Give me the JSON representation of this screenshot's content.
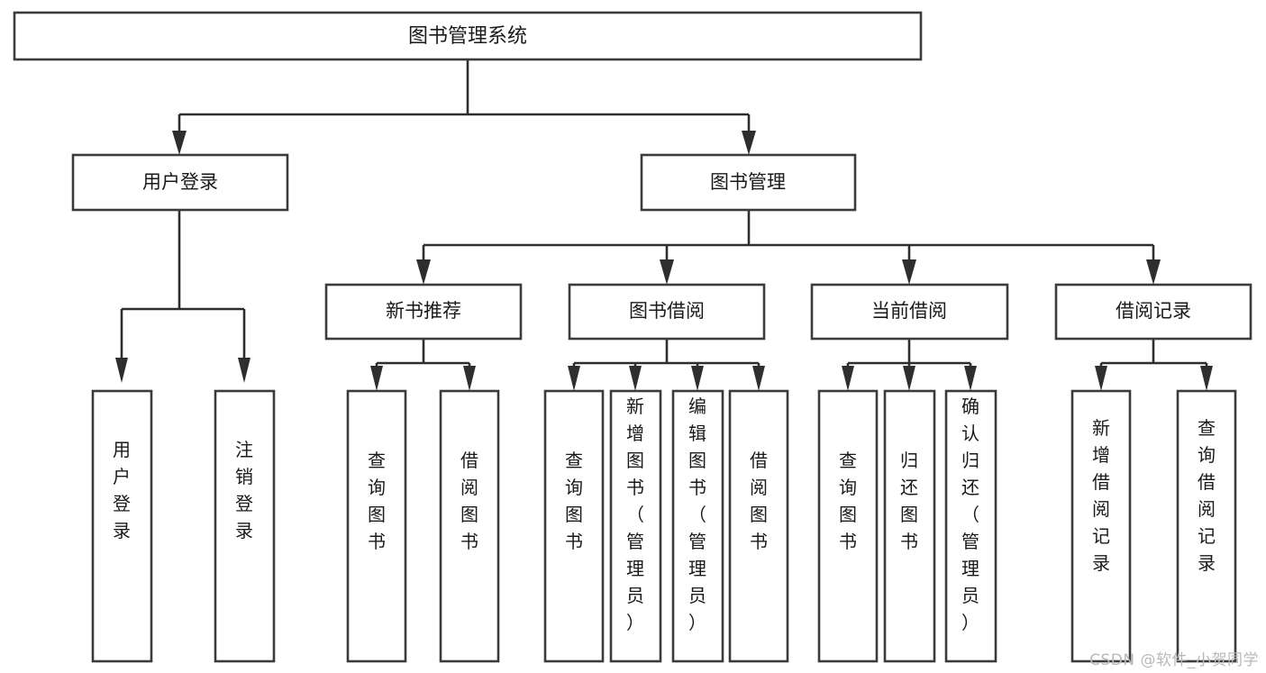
{
  "diagram": {
    "type": "hierarchy-tree",
    "title": "图书管理系统",
    "watermark": "CSDN @软件_小贺同学",
    "colors": {
      "background": "#ffffff",
      "box_stroke": "#3b3b3b",
      "connector": "#2e2e2e",
      "text": "#1a1a1a",
      "watermark": "#b9b9b9"
    },
    "nodes": {
      "root": {
        "label": "图书管理系统",
        "level": 0
      },
      "level1": [
        {
          "id": "user-login",
          "label": "用户登录"
        },
        {
          "id": "book-manage",
          "label": "图书管理"
        }
      ],
      "level2": [
        {
          "id": "new-book-rec",
          "label": "新书推荐",
          "parent": "book-manage"
        },
        {
          "id": "book-borrow",
          "label": "图书借阅",
          "parent": "book-manage"
        },
        {
          "id": "current-borrow",
          "label": "当前借阅",
          "parent": "book-manage"
        },
        {
          "id": "borrow-record",
          "label": "借阅记录",
          "parent": "book-manage"
        }
      ],
      "leaves": {
        "user-login": [
          {
            "id": "leaf-user-login",
            "label": "用户登录"
          },
          {
            "id": "leaf-user-logout",
            "label": "注销登录"
          }
        ],
        "new-book-rec": [
          {
            "id": "leaf-query-book-1",
            "label": "查询图书"
          },
          {
            "id": "leaf-borrow-book-1",
            "label": "借阅图书"
          }
        ],
        "book-borrow": [
          {
            "id": "leaf-query-book-2",
            "label": "查询图书"
          },
          {
            "id": "leaf-add-book",
            "label": "新增图书（管理员）"
          },
          {
            "id": "leaf-edit-book",
            "label": "编辑图书（管理员）"
          },
          {
            "id": "leaf-borrow-book-2",
            "label": "借阅图书"
          }
        ],
        "current-borrow": [
          {
            "id": "leaf-query-book-3",
            "label": "查询图书"
          },
          {
            "id": "leaf-return-book",
            "label": "归还图书"
          },
          {
            "id": "leaf-confirm-return",
            "label": "确认归还（管理员）"
          }
        ],
        "borrow-record": [
          {
            "id": "leaf-add-record",
            "label": "新增借阅记录"
          },
          {
            "id": "leaf-query-record",
            "label": "查询借阅记录"
          }
        ]
      }
    }
  }
}
